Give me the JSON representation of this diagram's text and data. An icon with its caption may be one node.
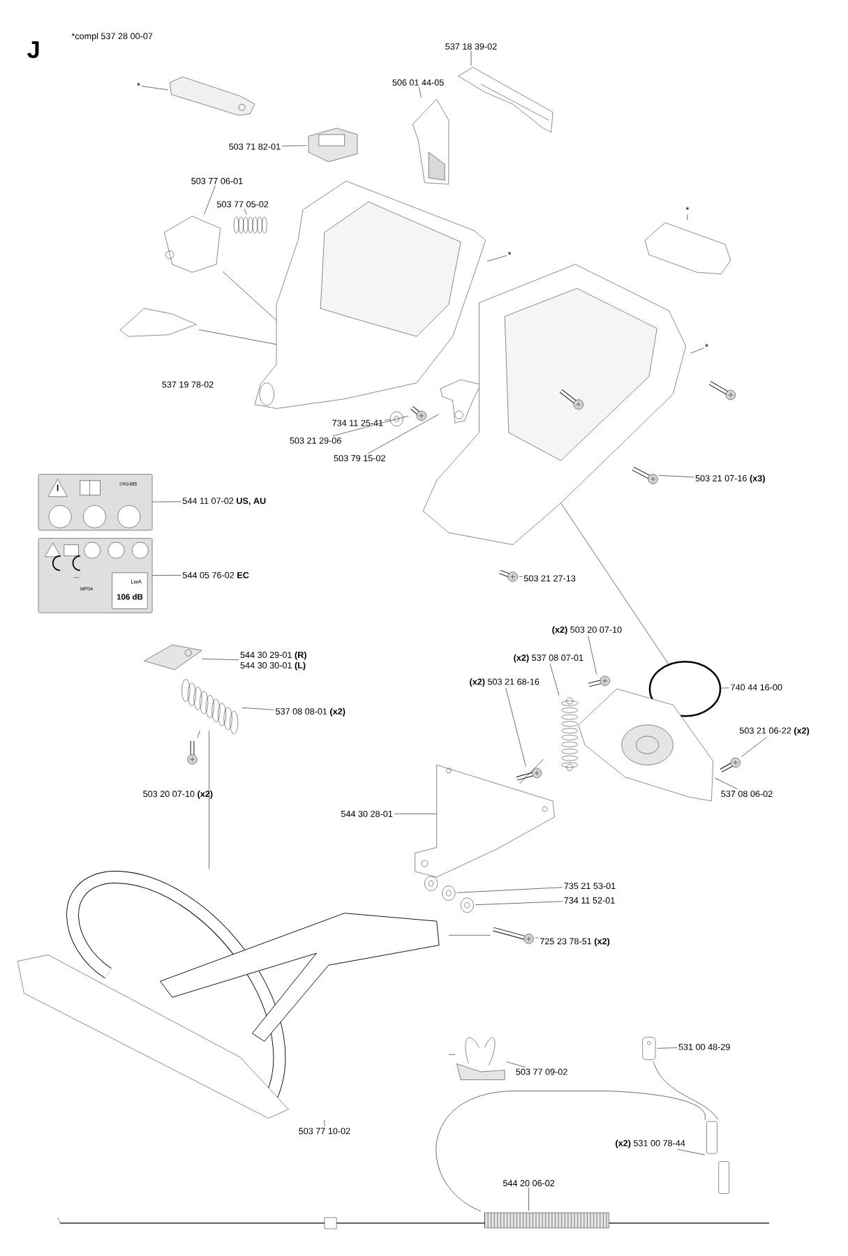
{
  "diagram": {
    "nodes": [
      {
        "text": [
          "*"
        ]
      },
      {
        "text": [
          "537 18 39-02"
        ]
      },
      {
        "text": [
          "506 01 44-05"
        ]
      },
      {
        "text": [
          "503 71 82-01"
        ]
      },
      {
        "text": [
          "503 77 06-01"
        ]
      },
      {
        "text": [
          "503 77 05-02"
        ]
      },
      {
        "text": [
          "*"
        ]
      },
      {
        "text": [
          "*"
        ]
      },
      {
        "text": [
          "*"
        ]
      },
      {
        "text": [
          "734 11 25-41"
        ]
      },
      {
        "text": [
          "503 21 29-06"
        ]
      },
      {
        "text": [
          "503 79 15-02"
        ]
      },
      {
        "text": [
          "503 21 07-16 **(x3)**"
        ]
      },
      {
        "text": [
          "544 11 07-02 **US, AU**"
        ]
      },
      {
        "text": [
          "503 21 27-13"
        ]
      },
      {
        "text": [
          "544 05 76-02 **EC**"
        ]
      },
      {
        "text": [
          "**(x2)** 503 20 07-10"
        ]
      },
      {
        "text": [
          "544 30 29-01 **(R)**",
          "544 30 30-01 **(L)**"
        ]
      },
      {
        "text": [
          "**(x2)** 537 08 07-01"
        ]
      },
      {
        "text": [
          "**(x2)** 503 21 68-16"
        ]
      },
      {
        "text": [
          "740 44 16-00"
        ]
      },
      {
        "text": [
          "537 08 08-01 **(x2)**"
        ]
      },
      {
        "text": [
          "503 21 06-22 **(x2)**"
        ]
      },
      {
        "text": [
          "537 08 06-02"
        ]
      },
      {
        "text": [
          "544 30 28-01"
        ]
      },
      {
        "text": [
          "735 21 53-01"
        ]
      },
      {
        "text": [
          "734 11 52-01"
        ]
      },
      {
        "text": [
          "725 23 78-51 **(x2)**"
        ]
      },
      {
        "text": [
          "531 00 48-29"
        ]
      },
      {
        "text": [
          "503 77 09-02"
        ]
      },
      {
        "text": [
          "503 77 10-02"
        ]
      },
      {
        "text": [
          "**(x2)** 531 00 78-44"
        ]
      },
      {
        "text": [
          "544 20 06-02"
        ]
      },
      {
        "text": [],
        "shape": "picture"
      },
      {
        "text": [],
        "shape": "picture"
      },
      {
        "text": [],
        "shape": "picture"
      },
      {
        "text": [],
        "shape": "picture"
      },
      {
        "text": [],
        "shape": "picture"
      },
      {
        "text": [],
        "shape": "picture"
      },
      {
        "text": [],
        "shape": "picture"
      },
      {
        "text": [],
        "shape": "picture"
      },
      {
        "text": [],
        "shape": "picture"
      },
      {
        "text": [],
        "shape": "picture"
      },
      {
        "text": [],
        "shape": "picture"
      },
      {
        "text": [],
        "shape": "picture"
      },
      {
        "text": [],
        "shape": "picture"
      },
      {
        "text": [],
        "shape": "picture"
      },
      {
        "text": [],
        "shape": "picture"
      },
      {
        "text": [],
        "shape": "picture"
      },
      {
        "text": [],
        "shape": "picture"
      },
      {
        "text": [],
        "shape": "picture"
      },
      {
        "text": [],
        "shape": "picture"
      },
      {
        "text": [],
        "shape": "picture"
      },
      {
        "text": [],
        "shape": "picture"
      },
      {
        "text": [],
        "shape": "circle"
      },
      {
        "text": [],
        "shape": "picture"
      },
      {
        "text": [],
        "shape": "picture"
      },
      {
        "text": [],
        "shape": "picture"
      },
      {
        "text": [],
        "shape": "picture"
      },
      {
        "text": [],
        "shape": "picture"
      },
      {
        "text": [],
        "shape": "picture"
      },
      {
        "text": [],
        "shape": "picture"
      },
      {
        "text": [],
        "shape": "picture"
      },
      {
        "text": [],
        "shape": "picture"
      },
      {
        "text": [],
        "shape": "picture"
      },
      {
        "text": [],
        "shape": "picture"
      },
      {
        "text": [],
        "shape": "picture"
      },
      {
        "text": [],
        "shape": "picture"
      }
    ],
    "edges": [
      {
        "from": 0,
        "to": 33,
        "arrow": "none"
      },
      {
        "from": 1,
        "to": 34,
        "arrow": "none"
      },
      {
        "from": 2,
        "to": 35,
        "arrow": "none"
      },
      {
        "from": 3,
        "to": 36,
        "arrow": "none"
      },
      {
        "from": 4,
        "to": 37,
        "arrow": "none"
      },
      {
        "from": 5,
        "to": 38,
        "arrow": "none"
      },
      {
        "from": 6,
        "to": 41,
        "arrow": "none"
      },
      {
        "from": 7,
        "to": 39,
        "arrow": "none"
      },
      {
        "from": 8,
        "to": 45,
        "arrow": "none"
      },
      {
        "from": 9,
        "to": 42,
        "arrow": "none"
      },
      {
        "from": 10,
        "to": 43,
        "arrow": "none"
      },
      {
        "from": 11,
        "to": 44,
        "arrow": "none"
      },
      {
        "from": 12,
        "to": 46,
        "arrow": "none"
      },
      {
        "from": 13,
        "to": 48,
        "arrow": "none"
      },
      {
        "from": 14,
        "to": 47,
        "arrow": "none"
      },
      {
        "from": 15,
        "to": 49,
        "arrow": "none"
      },
      {
        "from": 16,
        "to": 52,
        "arrow": "none"
      },
      {
        "from": 17,
        "to": 50,
        "arrow": "none"
      },
      {
        "from": 18,
        "to": 53,
        "arrow": "none"
      },
      {
        "from": 19,
        "to": 56,
        "arrow": "none"
      },
      {
        "from": 20,
        "to": 54,
        "arrow": "none"
      },
      {
        "from": 21,
        "to": 51,
        "arrow": "none"
      },
      {
        "from": 22,
        "to": 58,
        "arrow": "none"
      },
      {
        "from": 23,
        "to": 57,
        "arrow": "none"
      },
      {
        "from": 24,
        "to": 59,
        "arrow": "none"
      },
      {
        "from": 25,
        "to": 60,
        "arrow": "none"
      },
      {
        "from": 26,
        "to": 61,
        "arrow": "none"
      },
      {
        "from": 27,
        "to": 62,
        "arrow": "none"
      },
      {
        "from": 28,
        "to": 65,
        "arrow": "none"
      },
      {
        "from": 29,
        "to": 64,
        "arrow": "none"
      },
      {
        "from": 30,
        "to": 63,
        "arrow": "none"
      },
      {
        "from": 31,
        "to": 66,
        "arrow": "none"
      },
      {
        "from": 32,
        "to": 67,
        "arrow": "none"
      },
      {
        "from": 37,
        "to": 39,
        "arrow": "none"
      },
      {
        "from": 40,
        "to": 39,
        "arrow": "none"
      },
      {
        "from": 45,
        "to": 54,
        "arrow": "none"
      },
      {
        "from": 55,
        "to": 51,
        "arrow": "none"
      },
      {
        "from": 51,
        "to": 63,
        "arrow": "none"
      },
      {
        "from": 59,
        "to": 56,
        "arrow": "none"
      },
      {
        "from": 62,
        "to": 63,
        "arrow": "none"
      },
      {
        "from": 64,
        "to": 63,
        "arrow": "none"
      },
      {
        "from": 65,
        "to": 66,
        "arrow": "none"
      },
      {
        "from": 67,
        "to": 66,
        "arrow": "none"
      }
    ],
    "labels": [
      "J",
      "*compl 537 28 00-07",
      "537 19 78-02",
      "503 20 07-10 **(x2)**",
      "©N1485",
      "MP04",
      "LwA",
      "106 dB"
    ]
  }
}
